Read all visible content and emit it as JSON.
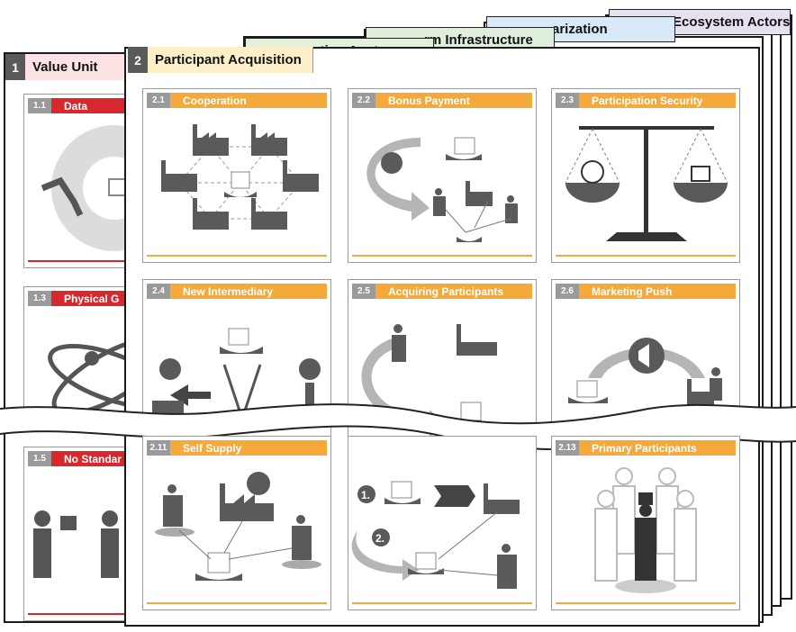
{
  "sheets": [
    {
      "label": "Ecosystem Actors",
      "number": ""
    },
    {
      "label": "arization",
      "number": ""
    },
    {
      "label": "rm Infrastructure",
      "number": ""
    },
    {
      "label": "action Anatomy",
      "number": ""
    },
    {
      "label": "Value Unit",
      "number": "1"
    },
    {
      "label": "Participant Acquisition",
      "number": "2"
    }
  ],
  "value_unit_cards": [
    {
      "num": "1.1",
      "title": "Data"
    },
    {
      "num": "1.3",
      "title": "Physical G"
    },
    {
      "num": "1.5",
      "title": "No Standar"
    }
  ],
  "participant_cards": [
    {
      "num": "2.1",
      "title": "Cooperation",
      "icon": "factory-network-icon"
    },
    {
      "num": "2.2",
      "title": "Bonus Payment",
      "icon": "bonus-flow-icon"
    },
    {
      "num": "2.3",
      "title": "Participation Security",
      "icon": "balance-scale-icon"
    },
    {
      "num": "2.4",
      "title": "New Intermediary",
      "icon": "intermediary-icon"
    },
    {
      "num": "2.5",
      "title": "Acquiring Participants",
      "icon": "acquire-arrow-icon"
    },
    {
      "num": "2.6",
      "title": "Marketing Push",
      "icon": "megaphone-icon"
    },
    {
      "num": "2.11",
      "title": "Self Supply",
      "icon": "self-supply-icon"
    },
    {
      "num": "",
      "title": "",
      "icon": "steps-icon",
      "steps": [
        "1.",
        "2."
      ]
    },
    {
      "num": "2.13",
      "title": "Primary Participants",
      "icon": "primary-participant-icon"
    }
  ],
  "colors": {
    "orange": "#f4a93a",
    "red": "#d9272e",
    "gray": "#6e6e6e",
    "tab_value_unit": "#fde3e3",
    "tab_participant": "#fdf0c8",
    "tab_anatomy": "#e3f1dc",
    "tab_infra": "#e0efdc",
    "tab_arization": "#d8e9f7",
    "tab_ecosystem": "#e6e0f1"
  }
}
